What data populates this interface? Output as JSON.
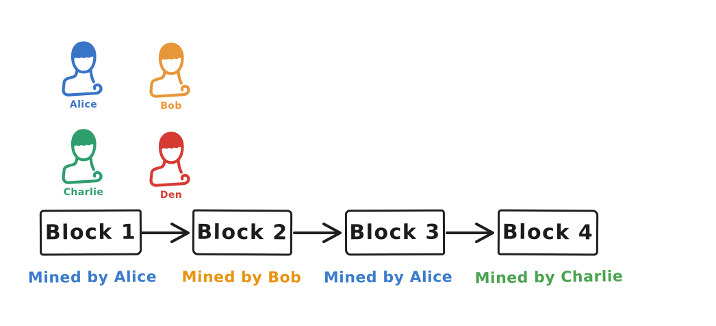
{
  "canvas": {
    "background": "#ffffff",
    "stroke_color": "#1e1e1e"
  },
  "people": [
    {
      "name": "Alice",
      "color": "#3a74c6"
    },
    {
      "name": "Bob",
      "color": "#e8963a"
    },
    {
      "name": "Charlie",
      "color": "#2e9e6e"
    },
    {
      "name": "Den",
      "color": "#d63b33"
    }
  ],
  "chain": {
    "blocks": [
      {
        "label": "Block 1",
        "caption": "Mined by Alice",
        "caption_color": "#3b7ccd"
      },
      {
        "label": "Block 2",
        "caption": "Mined by Bob",
        "caption_color": "#e8930f"
      },
      {
        "label": "Block 3",
        "caption": "Mined by Alice",
        "caption_color": "#3b7ccd"
      },
      {
        "label": "Block 4",
        "caption": "Mined by Charlie",
        "caption_color": "#4aa34f"
      }
    ]
  }
}
